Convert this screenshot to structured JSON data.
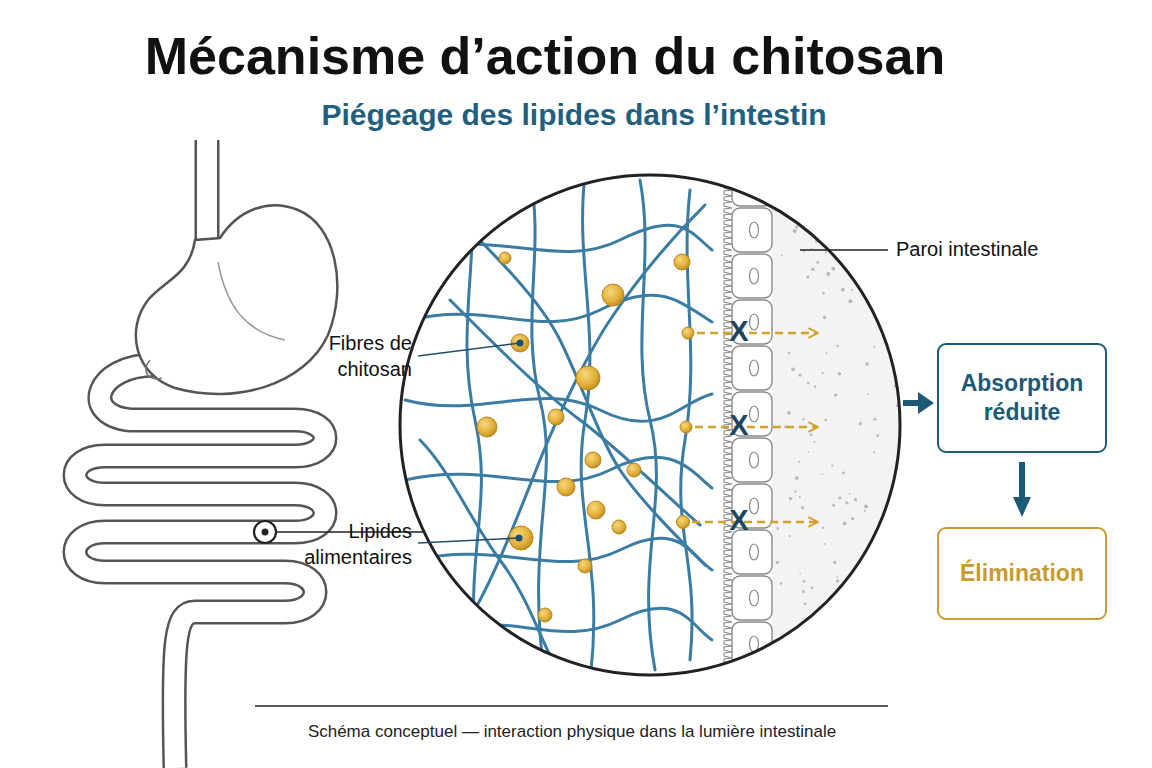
{
  "diagram": {
    "title": "Mécanisme d’action du chitosan",
    "caption": "Schéma conceptuel — interaction physique dans la lumière intestinale",
    "nodes": [
      {
        "text": [
          "Absorption réduite"
        ]
      },
      {
        "text": [
          "Élimination"
        ]
      }
    ],
    "edges": [
      {
        "from": 0,
        "to": 1,
        "arrow": "to"
      }
    ],
    "labels": [
      "Piégeage des lipides dans l’intestin",
      "Paroi intestinale",
      "Fibres de chitosan",
      "X",
      "X",
      "X",
      "Lipides alimentaires"
    ]
  }
}
